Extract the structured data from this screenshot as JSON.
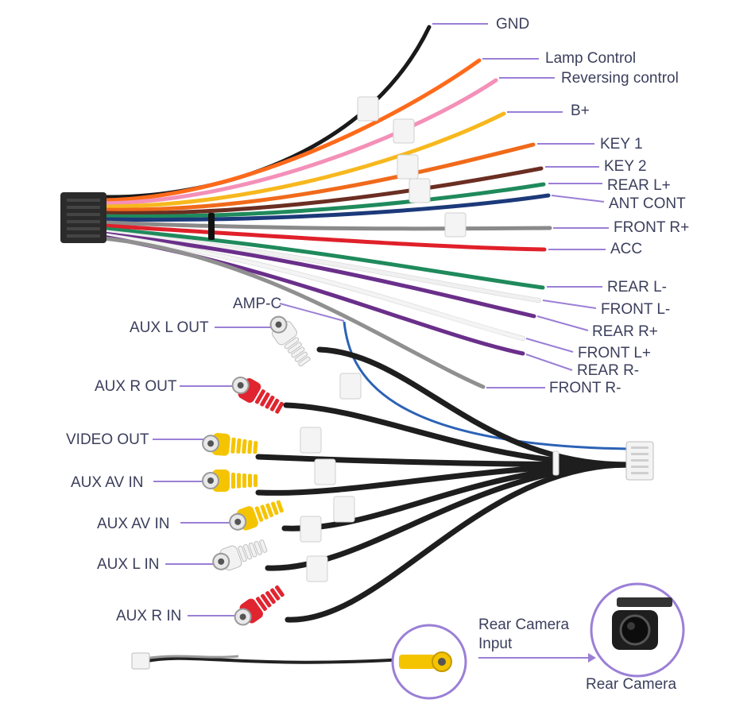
{
  "colors": {
    "leader": "#9b7fd6",
    "label": "#3b3f5c",
    "connector": "#2b2b2b",
    "harness_black": "#1e1e1e",
    "rca_red": "#e02530",
    "rca_yellow": "#f5c400",
    "rca_white": "#f2f2f2",
    "circle": "#9b7fd6"
  },
  "power_harness": {
    "wires": [
      {
        "label": "GND",
        "color": "#1a1a1a",
        "labels_key": "gnd"
      },
      {
        "label": "Lamp Control",
        "color": "#ff6a1a"
      },
      {
        "label": "Reversing control",
        "color": "#f490b8"
      },
      {
        "label": "B+",
        "color": "#f7b81e"
      },
      {
        "label": "KEY 1",
        "color": "#f06a1a"
      },
      {
        "label": "KEY 2",
        "color": "#6b2e22"
      },
      {
        "label": "REAR L+",
        "color": "#1f8a5c"
      },
      {
        "label": "ANT CONT",
        "color": "#1c3a7a"
      },
      {
        "label": "FRONT R+",
        "color": "#8a8a8a"
      },
      {
        "label": "ACC",
        "color": "#e0202a"
      },
      {
        "label": "REAR L-",
        "color": "#1f8a5c"
      },
      {
        "label": "FRONT L-",
        "color": "#f0f0f0"
      },
      {
        "label": "REAR R+",
        "color": "#6a2f8a"
      },
      {
        "label": "FRONT L+",
        "color": "#f4f4f4"
      },
      {
        "label": "REAR R-",
        "color": "#6a2f8a"
      },
      {
        "label": "FRONT R-",
        "color": "#909090"
      }
    ]
  },
  "av_harness": {
    "amp_label": "AMP-C",
    "rca": [
      {
        "label": "AUX L OUT",
        "color": "#f2f2f2"
      },
      {
        "label": "AUX R OUT",
        "color": "#e02530"
      },
      {
        "label": "VIDEO OUT",
        "color": "#f5c400"
      },
      {
        "label": "AUX AV IN",
        "color": "#f5c400"
      },
      {
        "label": "AUX AV IN",
        "color": "#f5c400"
      },
      {
        "label": "AUX L IN",
        "color": "#f2f2f2"
      },
      {
        "label": "AUX R IN",
        "color": "#e02530"
      }
    ]
  },
  "camera": {
    "input_label_line1": "Rear Camera",
    "input_label_line2": "Input",
    "camera_label": "Rear Camera"
  }
}
